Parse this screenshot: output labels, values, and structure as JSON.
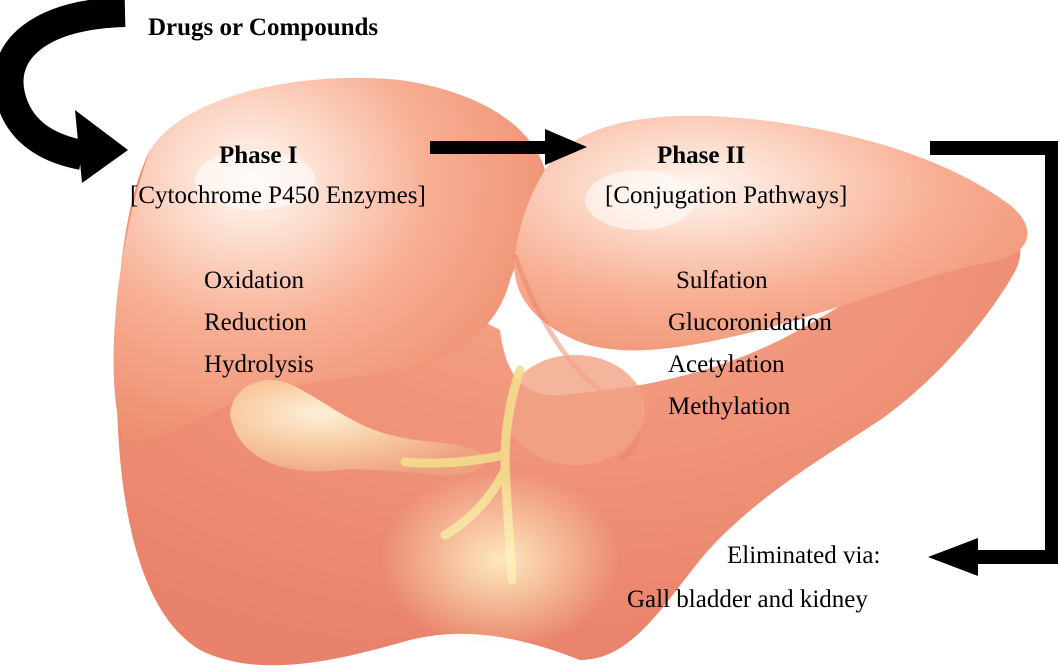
{
  "source": {
    "label": "Drugs or Compounds"
  },
  "phase1": {
    "title": "Phase I",
    "subtitle": "[Cytochrome P450 Enzymes]",
    "reactions": [
      "Oxidation",
      "Reduction",
      "Hydrolysis"
    ]
  },
  "phase2": {
    "title": "Phase II",
    "subtitle": "[Conjugation Pathways]",
    "reactions": [
      "Sulfation",
      "Glucoronidation",
      "Acetylation",
      "Methylation"
    ]
  },
  "elimination": {
    "line1": "Eliminated via:",
    "line2": "Gall bladder and kidney"
  },
  "colors": {
    "liver_base": "#f59a7d",
    "liver_highlight": "#fde3d6",
    "liver_shadow": "#ea8466",
    "gallbladder": "#f6c79a",
    "bile_duct": "#f2d98a",
    "arrow": "#000000",
    "text": "#000000"
  }
}
